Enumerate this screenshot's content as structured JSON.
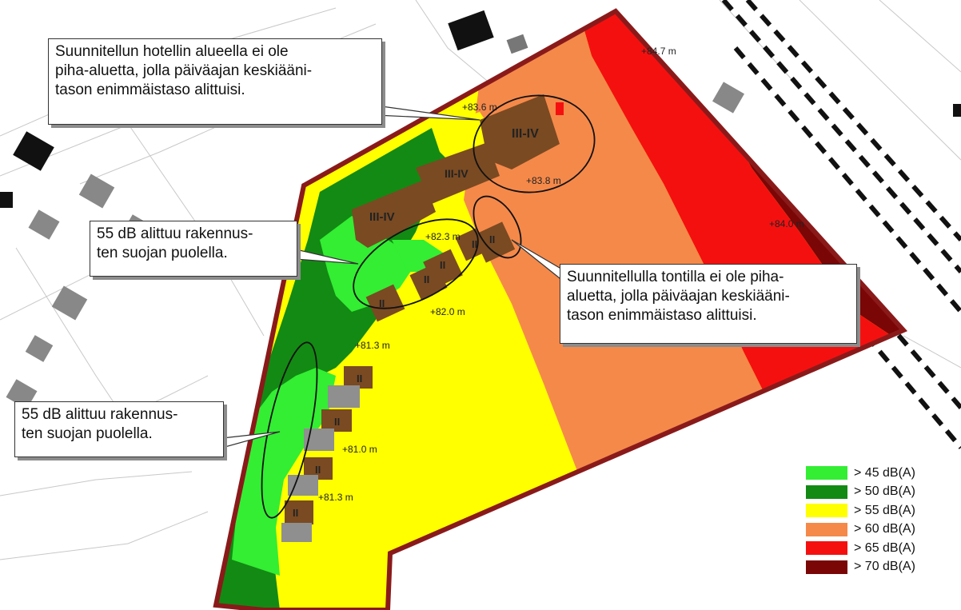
{
  "callouts": {
    "hotel": "Suunnitellun hotellin alueella ei ole\npiha-aluetta, jolla päiväajan keskiääni-\ntason enimmäistaso alittuisi.",
    "middle": "55 dB alittuu rakennus-\nten suojan puolella.",
    "plot": "Suunnitellulla tontilla ei ole piha-\naluetta, jolla päiväajan keskiääni-\ntason enimmäistaso alittuisi.",
    "lower": "55 dB alittuu rakennus-\nten suojan puolella."
  },
  "legend": [
    {
      "label": ">  45 dB(A)",
      "color": "#33ee33"
    },
    {
      "label": ">  50 dB(A)",
      "color": "#138a13"
    },
    {
      "label": ">  55 dB(A)",
      "color": "#ffff00"
    },
    {
      "label": ">  60 dB(A)",
      "color": "#f5894a"
    },
    {
      "label": ">  65 dB(A)",
      "color": "#f51010"
    },
    {
      "label": ">  70 dB(A)",
      "color": "#7a0606"
    }
  ],
  "elevations": {
    "e1": "+84.7 m",
    "e2": "+83.6 m",
    "e3": "+83.8 m",
    "e4": "+84.0 m",
    "e5": "+82.3 m",
    "e6": "+82.0 m",
    "e7": "+81.3 m",
    "e8": "+81.0 m",
    "e9": "+81.3 m"
  },
  "building_labels": {
    "b1": "III-IV",
    "b2": "III-IV",
    "b3": "III-IV",
    "b4": "II",
    "b5": "II",
    "b6": "II",
    "b7": "II",
    "b8": "II",
    "b9": "II",
    "b10": "II",
    "b11": "II",
    "b12": "II"
  },
  "colors": {
    "boundary": "#8a1a1a",
    "building": "#7a4a22",
    "grey_building": "#8f8f8f"
  }
}
